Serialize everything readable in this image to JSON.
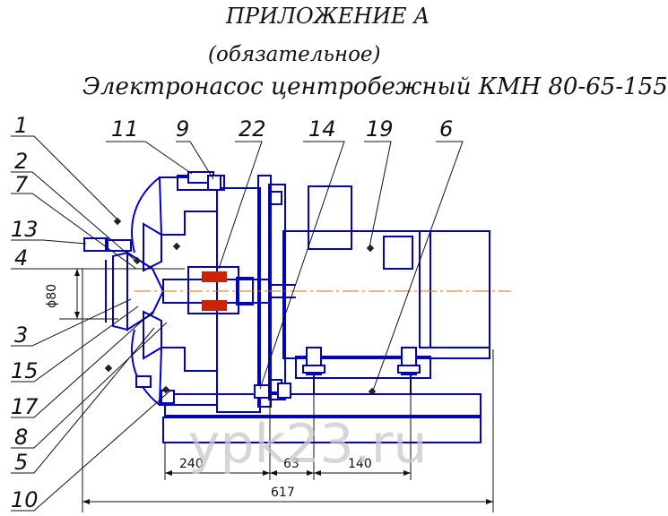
{
  "title": {
    "line1": "ПРИЛОЖЕНИЕ А",
    "line2": "(обязательное)",
    "line3": "Электронасос центробежный КМН 80-65-155"
  },
  "callouts": {
    "c1": "1",
    "c2": "2",
    "c7": "7",
    "c13": "13",
    "c4": "4",
    "c3": "3",
    "c15": "15",
    "c17": "17",
    "c8": "8",
    "c5": "5",
    "c10": "10",
    "c11": "11",
    "c9": "9",
    "c22": "22",
    "c14": "14",
    "c19": "19",
    "c6": "6"
  },
  "dimensions": {
    "d240": "240",
    "d63": "63",
    "d140": "140",
    "d617": "617",
    "dia80": "ϕ80"
  },
  "watermark": "ypk23.ru",
  "colors": {
    "drawing": "#0000cc",
    "axis": "#e07000",
    "leader": "#111111"
  }
}
